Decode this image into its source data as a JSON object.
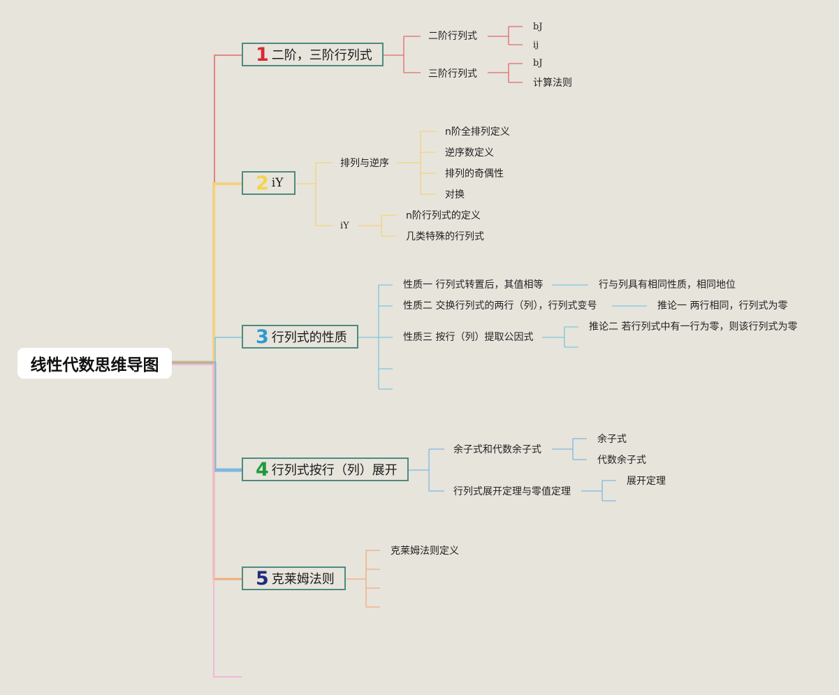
{
  "root": "线性代数思维导图",
  "branches": [
    {
      "num": "1",
      "label": "二阶，三阶行列式",
      "color": "#e06a6a",
      "num_color": "#d42a36",
      "children": [
        {
          "label": "二阶行列式",
          "children": [
            {
              "label": "bJ"
            },
            {
              "label": "ij"
            }
          ]
        },
        {
          "label": "三阶行列式",
          "children": [
            {
              "label": "bJ"
            },
            {
              "label": "计算法则"
            }
          ]
        }
      ]
    },
    {
      "num": "2",
      "label": "iY",
      "color": "#f3d27e",
      "num_color": "#f5d34c",
      "children": [
        {
          "label": "排列与逆序",
          "children": [
            {
              "label": "n阶全排列定义"
            },
            {
              "label": "逆序数定义"
            },
            {
              "label": "排列的奇偶性"
            },
            {
              "label": "对换"
            }
          ]
        },
        {
          "label": "iY",
          "children": [
            {
              "label": "n阶行列式的定义"
            },
            {
              "label": "几类特殊的行列式"
            }
          ]
        }
      ]
    },
    {
      "num": "3",
      "label": "行列式的性质",
      "color": "#7ec6dc",
      "num_color": "#2f98d2",
      "children": [
        {
          "label": "性质一 行列式转置后，其值相等",
          "children": [
            {
              "label": "行与列具有相同性质，相同地位"
            }
          ]
        },
        {
          "label": "性质二 交换行列式的两行（列），行列式变号",
          "children": [
            {
              "label": "推论一 两行相同，行列式为零"
            }
          ]
        },
        {
          "label": "性质三 按行（列）提取公因式",
          "children": [
            {
              "label": "推论二 若行列式中有一行为零，则该行列式为零"
            },
            {
              "label": ""
            }
          ]
        },
        {
          "label": ""
        },
        {
          "label": ""
        }
      ]
    },
    {
      "num": "4",
      "label": "行列式按行（列）展开",
      "color": "#7eb8e0",
      "num_color": "#1f9a3b",
      "children": [
        {
          "label": "余子式和代数余子式",
          "children": [
            {
              "label": "余子式"
            },
            {
              "label": "代数余子式"
            }
          ]
        },
        {
          "label": "行列式展开定理与零值定理",
          "children": [
            {
              "label": "展开定理"
            },
            {
              "label": ""
            }
          ]
        }
      ]
    },
    {
      "num": "5",
      "label": "克莱姆法则",
      "color": "#eeac78",
      "num_color": "#1f2d7a",
      "children": [
        {
          "label": "克莱姆法则定义"
        },
        {
          "label": ""
        },
        {
          "label": ""
        },
        {
          "label": ""
        }
      ]
    }
  ]
}
